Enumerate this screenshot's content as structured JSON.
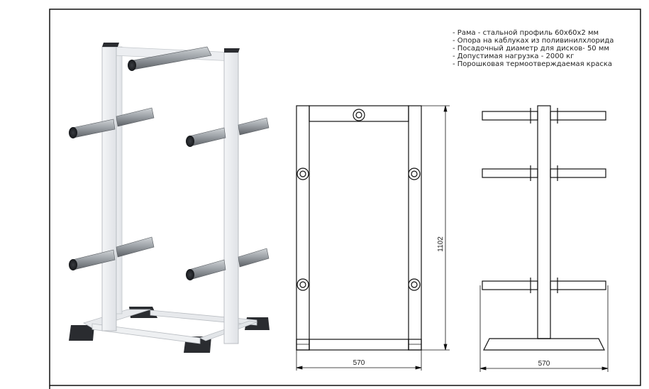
{
  "specs": [
    "- Рама - стальной профиль 60х60х2 мм",
    "- Опора на каблуках из поливинилхлорида",
    "- Посадочный диаметр для дисков- 50 мм",
    "- Допустимая нагрузка - 2000 кг",
    "- Порошковая термоотверждаемая краска"
  ],
  "dimensions": {
    "front_width": "570",
    "front_height": "1102",
    "side_width": "570"
  }
}
